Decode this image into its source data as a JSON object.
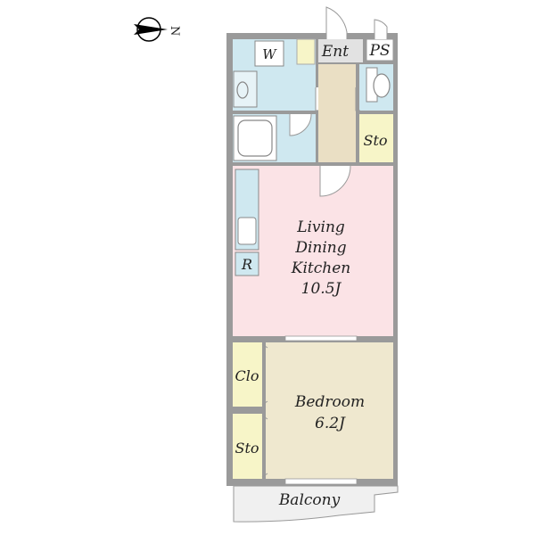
{
  "compass": {
    "north_label": "N"
  },
  "rooms": {
    "washroom": "W",
    "entrance": "Ent",
    "pipe_space": "PS",
    "storage_hall": "Sto",
    "ldk_line1": "Living",
    "ldk_line2": "Dining",
    "ldk_line3": "Kitchen",
    "ldk_size": "10.5J",
    "refrigerator": "R",
    "closet": "Clo",
    "bedroom": "Bedroom",
    "bedroom_size": "6.2J",
    "storage_bedroom": "Sto",
    "balcony": "Balcony"
  },
  "colors": {
    "wall": "#9a9a9a",
    "wet_area": "#cfe8f0",
    "ldk": "#fbe3e6",
    "bedroom": "#efe8cf",
    "storage": "#f7f5c8",
    "hallway": "#eadfc4"
  }
}
